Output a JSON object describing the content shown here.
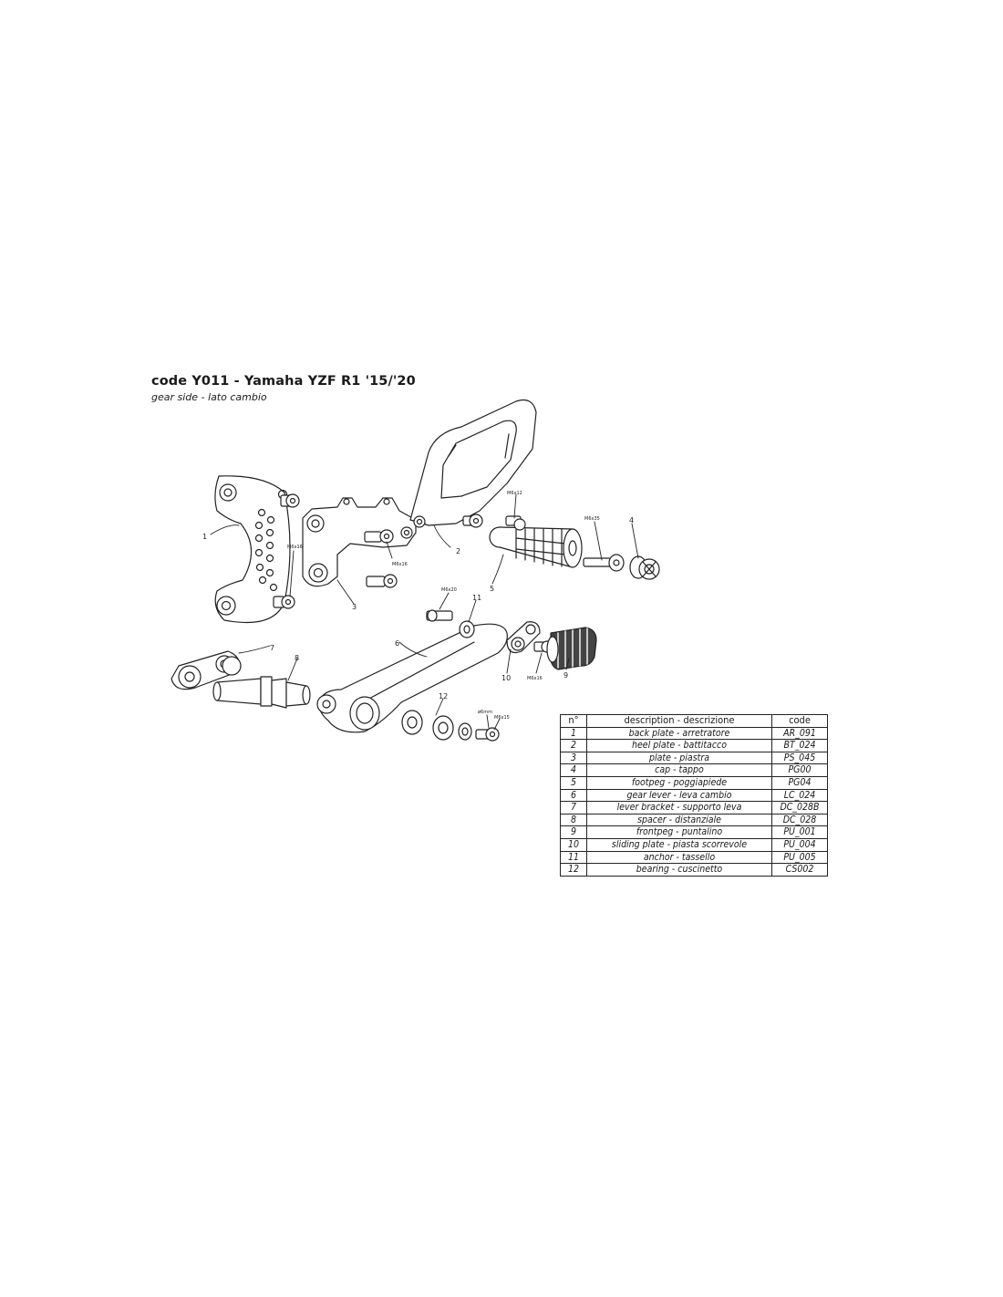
{
  "header": {
    "title": "code Y011 - Yamaha YZF R1 '15/'20",
    "subtitle": "gear side - lato cambio"
  },
  "callouts": {
    "c1": "1",
    "c2": "2",
    "c3": "3",
    "c4": "4",
    "c5": "5",
    "c6": "6",
    "c7": "7",
    "c8": "8",
    "c9": "9",
    "c10": "10",
    "c11": "11",
    "c12": "12"
  },
  "screw_labels": {
    "s_m6x16_a": "M6x16",
    "s_m6x16_b": "M6x16",
    "s_m6x12": "M6x12",
    "s_m6x35": "M6x35",
    "s_m6x20": "M6x20",
    "s_m6x16_c": "M6x16",
    "s_m6x15": "M6x15",
    "s_6mm": "ø6mm"
  },
  "parts_table": {
    "headers": [
      "n°",
      "description - descrizione",
      "code"
    ],
    "rows": [
      [
        "1",
        "back plate - arretratore",
        "AR_091"
      ],
      [
        "2",
        "heel plate - battitacco",
        "BT_024"
      ],
      [
        "3",
        "plate - piastra",
        "PS_045"
      ],
      [
        "4",
        "cap - tappo",
        "PG00"
      ],
      [
        "5",
        "footpeg - poggiapiede",
        "PG04"
      ],
      [
        "6",
        "gear lever - leva cambio",
        "LC_024"
      ],
      [
        "7",
        "lever bracket - supporto leva",
        "DC_028B"
      ],
      [
        "8",
        "spacer - distanziale",
        "DC_028"
      ],
      [
        "9",
        "frontpeg - puntalino",
        "PU_001"
      ],
      [
        "10",
        "sliding plate - piasta scorrevole",
        "PU_004"
      ],
      [
        "11",
        "anchor - tassello",
        "PU_005"
      ],
      [
        "12",
        "bearing - cuscinetto",
        "CS002"
      ]
    ]
  }
}
